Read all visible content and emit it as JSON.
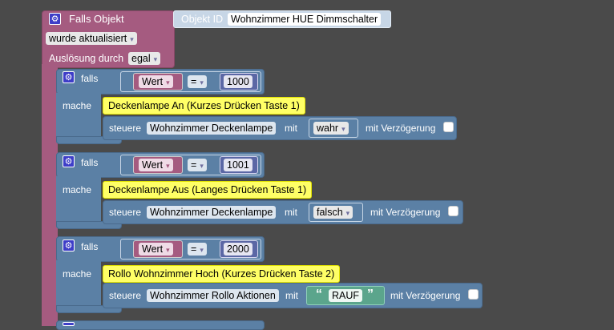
{
  "event": {
    "title": "Falls Objekt",
    "objekt_id_label": "Objekt ID",
    "objekt_id_value": "Wohnzimmer HUE Dimmschalter",
    "trigger_dropdown": "wurde aktualisiert",
    "ausloesung_label": "Auslösung durch",
    "ausloesung_dropdown": "egal"
  },
  "blocks": [
    {
      "falls_label": "falls",
      "var": "Wert",
      "op": "=",
      "value": "1000",
      "mache_label": "mache",
      "comment": "Deckenlampe An (Kurzes Drücken Taste 1)",
      "steuere_label": "steuere",
      "target": "Wohnzimmer Deckenlampe",
      "mit_label": "mit",
      "arg": "wahr",
      "delay_label": "mit Verzögerung"
    },
    {
      "falls_label": "falls",
      "var": "Wert",
      "op": "=",
      "value": "1001",
      "mache_label": "mache",
      "comment": "Deckenlampe Aus (Langes Drücken Taste 1)",
      "steuere_label": "steuere",
      "target": "Wohnzimmer Deckenlampe",
      "mit_label": "mit",
      "arg": "falsch",
      "delay_label": "mit Verzögerung"
    },
    {
      "falls_label": "falls",
      "var": "Wert",
      "op": "=",
      "value": "2000",
      "mache_label": "mache",
      "comment": "Rollo Wohnzimmer Hoch (Kurzes Drücken Taste 2)",
      "steuere_label": "steuere",
      "target": "Wohnzimmer Rollo Aktionen",
      "mit_label": "mit",
      "arg": "RAUF",
      "quote_open": "“",
      "quote_close": "”",
      "delay_label": "mit Verzögerung"
    }
  ],
  "icons": {
    "settings": "gear-icon",
    "dropdown": "▾"
  },
  "colors": {
    "canvas": "#4a4a4a",
    "event_block": "#a55b80",
    "control_block": "#5b80a5",
    "number_block": "#5b67a5",
    "text_block": "#5ba58c",
    "comment": "#ffff66"
  }
}
